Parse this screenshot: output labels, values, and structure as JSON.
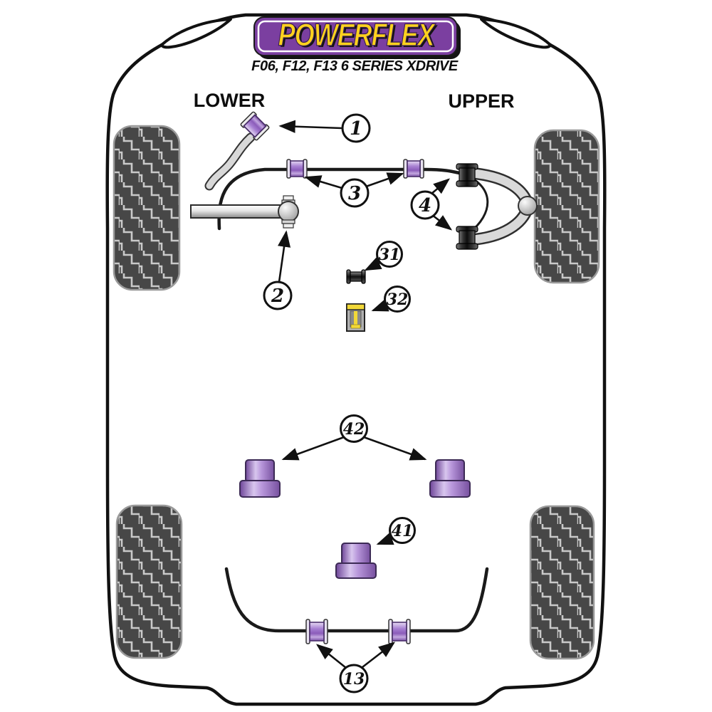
{
  "header": {
    "logo_text": "POWERFLEX",
    "subtitle": "F06, F12, F13 6 SERIES XDRIVE"
  },
  "section_labels": {
    "lower": "LOWER",
    "upper": "UPPER"
  },
  "callouts": {
    "c1": "1",
    "c2": "2",
    "c3": "3",
    "c4": "4",
    "c31": "31",
    "c32": "32",
    "c41": "41",
    "c42": "42",
    "c13": "13"
  },
  "colors": {
    "brand_purple": "#7b3fa0",
    "brand_yellow": "#ffd21e",
    "bush_purple": "#9a6fc4",
    "bush_dark": "#1c1c1c",
    "bump_stop_yellow": "#f2d838",
    "tire": "#474747",
    "tread": "#c9c9c9",
    "outline": "#111111"
  }
}
